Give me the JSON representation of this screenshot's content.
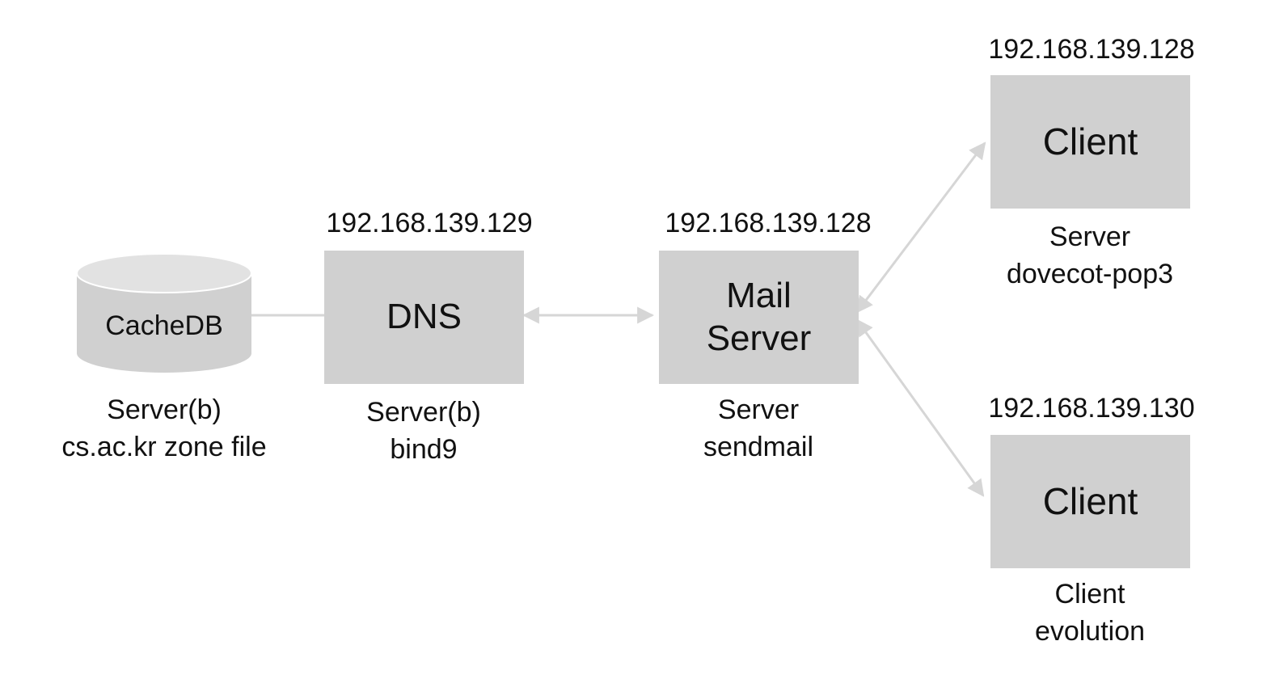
{
  "colors": {
    "node_fill": "#d0d0d0",
    "connector": "#d6d6d6",
    "text": "#111111"
  },
  "nodes": {
    "cachedb": {
      "label": "CacheDB",
      "caption_line1": "Server(b)",
      "caption_line2": "cs.ac.kr zone file"
    },
    "dns": {
      "ip": "192.168.139.129",
      "label": "DNS",
      "caption_line1": "Server(b)",
      "caption_line2": "bind9"
    },
    "mail_server": {
      "ip": "192.168.139.128",
      "label_line1": "Mail",
      "label_line2": "Server",
      "caption_line1": "Server",
      "caption_line2": "sendmail"
    },
    "client_top": {
      "ip": "192.168.139.128",
      "label": "Client",
      "caption_line1": "Server",
      "caption_line2": "dovecot-pop3"
    },
    "client_bottom": {
      "ip": "192.168.139.130",
      "label": "Client",
      "caption_line1": "Client",
      "caption_line2": "evolution"
    }
  }
}
